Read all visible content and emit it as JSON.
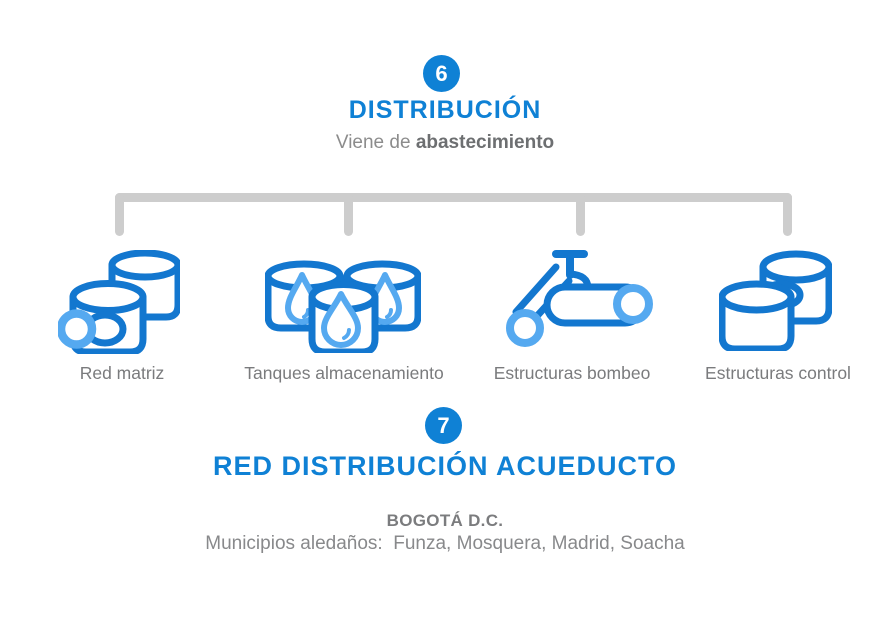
{
  "colors": {
    "primary_blue": "#0F81D5",
    "icon_blue": "#1377CF",
    "icon_light_blue": "#55A9F0",
    "connector_gray": "#CDCDCD",
    "subtitle_gray": "#8C8C8C",
    "subtitle_bold_gray": "#6D6F71",
    "label_gray": "#7A7B7D",
    "city_gray": "#7B7C7E",
    "municipios_gray": "#88898B"
  },
  "step6": {
    "number": "6",
    "title": "DISTRIBUCIÓN",
    "subtitle_prefix": "Viene de ",
    "subtitle_bold": "abastecimiento"
  },
  "branches": [
    {
      "label": "Red matriz",
      "icon": "water-tanks-pipe-ring-icon"
    },
    {
      "label": "Tanques almacenamiento",
      "icon": "storage-tanks-water-drops-icon"
    },
    {
      "label": "Estructuras bombeo",
      "icon": "pump-pipe-valve-icon"
    },
    {
      "label": "Estructuras control",
      "icon": "control-tanks-icon"
    }
  ],
  "step7": {
    "number": "7",
    "title": "RED DISTRIBUCIÓN ACUEDUCTO",
    "city": "BOGOTÁ D.C.",
    "municipalities": "Municipios aledaños:  Funza, Mosquera, Madrid, Soacha"
  }
}
